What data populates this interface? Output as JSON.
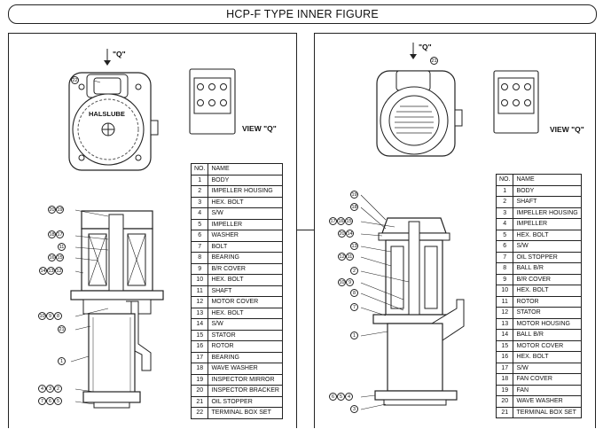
{
  "title": "HCP-F TYPE  INNER FIGURE",
  "brand": "HALSLUBE",
  "view_q_label": "VIEW \"Q\"",
  "q_marker": "\"Q\"",
  "left": {
    "header_no": "NO.",
    "header_name": "NAME",
    "parts": [
      {
        "no": "1",
        "name": "BODY"
      },
      {
        "no": "2",
        "name": "IMPELLER HOUSING"
      },
      {
        "no": "3",
        "name": "HEX. BOLT"
      },
      {
        "no": "4",
        "name": "S/W"
      },
      {
        "no": "5",
        "name": "IMPELLER"
      },
      {
        "no": "6",
        "name": "WASHER"
      },
      {
        "no": "7",
        "name": "BOLT"
      },
      {
        "no": "8",
        "name": "BEARING"
      },
      {
        "no": "9",
        "name": "B/R COVER"
      },
      {
        "no": "10",
        "name": "HEX. BOLT"
      },
      {
        "no": "11",
        "name": "SHAFT"
      },
      {
        "no": "12",
        "name": "MOTOR COVER"
      },
      {
        "no": "13",
        "name": "HEX. BOLT"
      },
      {
        "no": "14",
        "name": "S/W"
      },
      {
        "no": "15",
        "name": "STATOR"
      },
      {
        "no": "16",
        "name": "ROTOR"
      },
      {
        "no": "17",
        "name": "BEARING"
      },
      {
        "no": "18",
        "name": "WAVE WASHER"
      },
      {
        "no": "19",
        "name": "INSPECTOR MIRROR"
      },
      {
        "no": "20",
        "name": "INSPECTOR BRACKER"
      },
      {
        "no": "21",
        "name": "OIL STOPPER"
      },
      {
        "no": "22",
        "name": "TERMINAL BOX SET"
      }
    ],
    "callouts": {
      "c22": "22",
      "c20_19": [
        "20",
        "19"
      ],
      "c18_17": [
        "18",
        "17"
      ],
      "c11": [
        "11"
      ],
      "c16_15": [
        "16",
        "15"
      ],
      "c14_13_12": [
        "14",
        "13",
        "12"
      ],
      "c10_9_8": [
        "10",
        "9",
        "8"
      ],
      "c21": [
        "21"
      ],
      "c1": [
        "1"
      ],
      "c4_3_2": [
        "4",
        "3",
        "2"
      ],
      "c7_6_5": [
        "7",
        "6",
        "5"
      ]
    }
  },
  "right": {
    "header_no": "NO.",
    "header_name": "NAME",
    "parts": [
      {
        "no": "1",
        "name": "BODY"
      },
      {
        "no": "2",
        "name": "SHAFT"
      },
      {
        "no": "3",
        "name": "IMPELLER HOUSING"
      },
      {
        "no": "4",
        "name": "IMPELLER"
      },
      {
        "no": "5",
        "name": "HEX. BOLT"
      },
      {
        "no": "6",
        "name": "S/W"
      },
      {
        "no": "7",
        "name": "OIL STOPPER"
      },
      {
        "no": "8",
        "name": "BALL B/R"
      },
      {
        "no": "9",
        "name": "B/R COVER"
      },
      {
        "no": "10",
        "name": "HEX. BOLT"
      },
      {
        "no": "11",
        "name": "ROTOR"
      },
      {
        "no": "12",
        "name": "STATOR"
      },
      {
        "no": "13",
        "name": "MOTOR HOUSING"
      },
      {
        "no": "14",
        "name": "BALL B/R"
      },
      {
        "no": "15",
        "name": "MOTOR COVER"
      },
      {
        "no": "16",
        "name": "HEX. BOLT"
      },
      {
        "no": "17",
        "name": "S/W"
      },
      {
        "no": "18",
        "name": "FAN COVER"
      },
      {
        "no": "19",
        "name": "FAN"
      },
      {
        "no": "20",
        "name": "WAVE WASHER"
      },
      {
        "no": "21",
        "name": "TERMINAL BOX SET"
      }
    ],
    "callouts": {
      "c21": "21",
      "c19": [
        "19"
      ],
      "c18": [
        "18"
      ],
      "c17_16_15": [
        "17",
        "16",
        "15"
      ],
      "c20_14": [
        "20",
        "14"
      ],
      "c13": [
        "13"
      ],
      "c12_11": [
        "12",
        "11"
      ],
      "c2": [
        "2"
      ],
      "c10_9": [
        "10",
        "9"
      ],
      "c8": [
        "8"
      ],
      "c7": [
        "7"
      ],
      "c1": [
        "1"
      ],
      "c6_5_4": [
        "6",
        "5",
        "4"
      ],
      "c3": [
        "3"
      ]
    }
  }
}
